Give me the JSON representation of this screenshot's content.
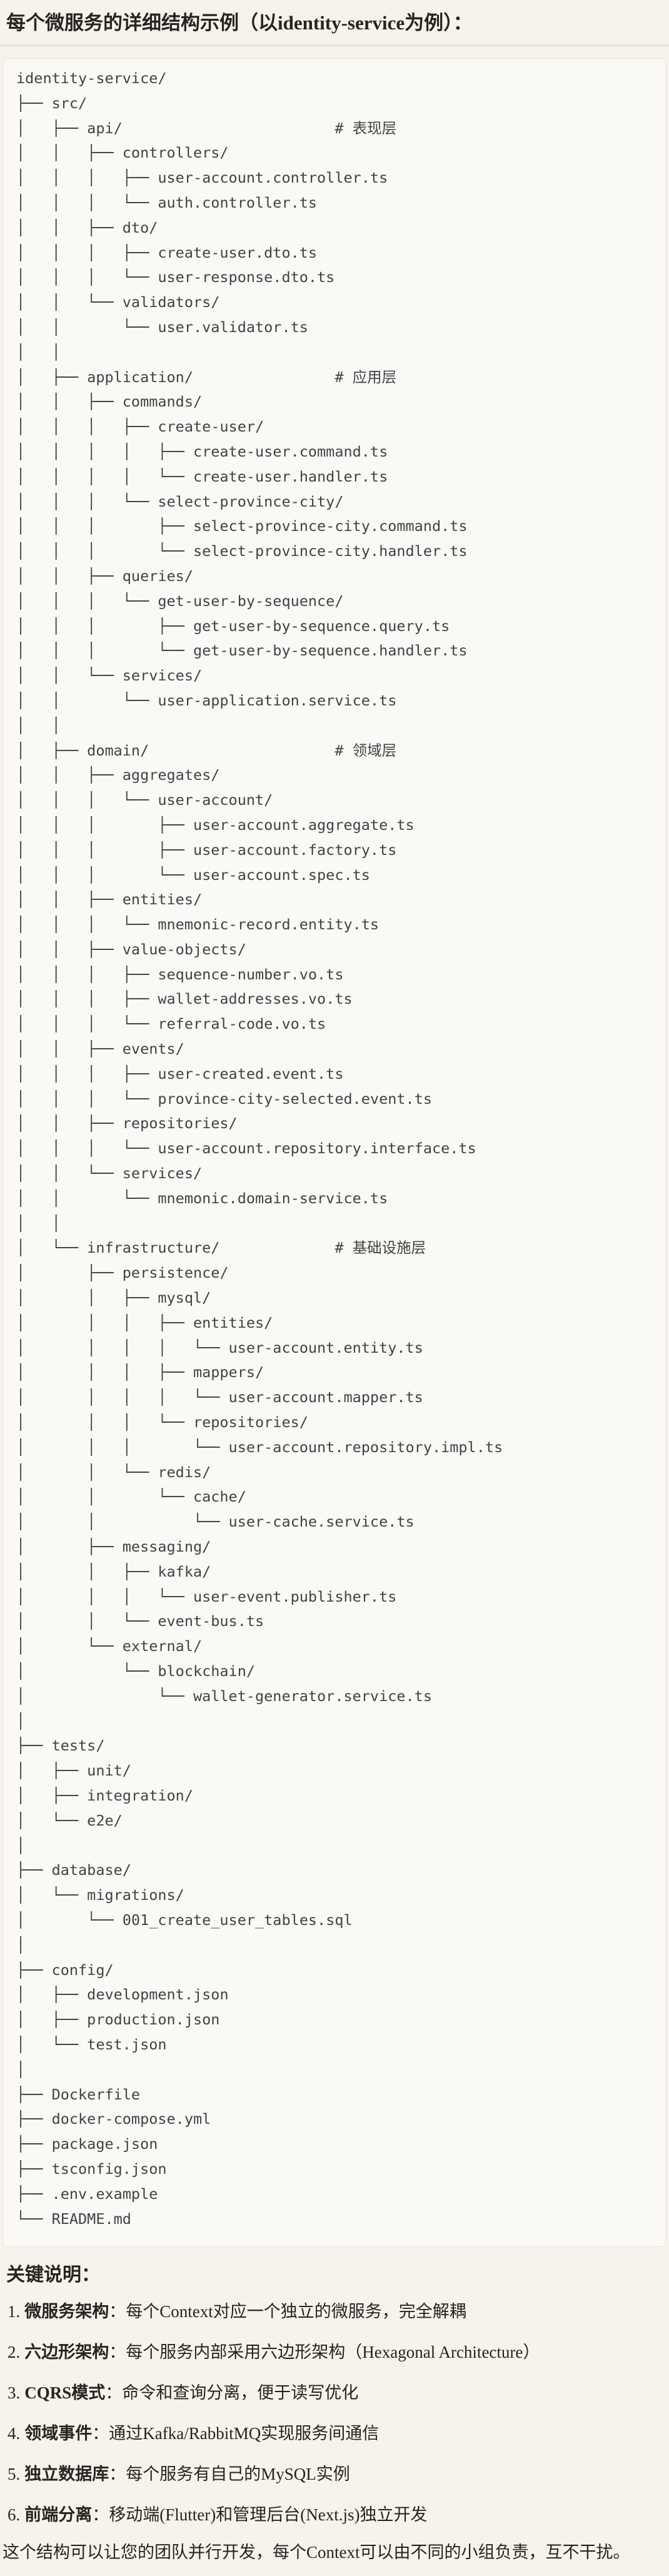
{
  "title": "每个微服务的详细结构示例（以identity-service为例）：",
  "code_block": {
    "lines": [
      "identity-service/",
      "├── src/",
      "│   ├── api/                        # 表现层",
      "│   │   ├── controllers/",
      "│   │   │   ├── user-account.controller.ts",
      "│   │   │   └── auth.controller.ts",
      "│   │   ├── dto/",
      "│   │   │   ├── create-user.dto.ts",
      "│   │   │   └── user-response.dto.ts",
      "│   │   └── validators/",
      "│   │       └── user.validator.ts",
      "│   │",
      "│   ├── application/                # 应用层",
      "│   │   ├── commands/",
      "│   │   │   ├── create-user/",
      "│   │   │   │   ├── create-user.command.ts",
      "│   │   │   │   └── create-user.handler.ts",
      "│   │   │   └── select-province-city/",
      "│   │   │       ├── select-province-city.command.ts",
      "│   │   │       └── select-province-city.handler.ts",
      "│   │   ├── queries/",
      "│   │   │   └── get-user-by-sequence/",
      "│   │   │       ├── get-user-by-sequence.query.ts",
      "│   │   │       └── get-user-by-sequence.handler.ts",
      "│   │   └── services/",
      "│   │       └── user-application.service.ts",
      "│   │",
      "│   ├── domain/                     # 领域层",
      "│   │   ├── aggregates/",
      "│   │   │   └── user-account/",
      "│   │   │       ├── user-account.aggregate.ts",
      "│   │   │       ├── user-account.factory.ts",
      "│   │   │       └── user-account.spec.ts",
      "│   │   ├── entities/",
      "│   │   │   └── mnemonic-record.entity.ts",
      "│   │   ├── value-objects/",
      "│   │   │   ├── sequence-number.vo.ts",
      "│   │   │   ├── wallet-addresses.vo.ts",
      "│   │   │   └── referral-code.vo.ts",
      "│   │   ├── events/",
      "│   │   │   ├── user-created.event.ts",
      "│   │   │   └── province-city-selected.event.ts",
      "│   │   ├── repositories/",
      "│   │   │   └── user-account.repository.interface.ts",
      "│   │   └── services/",
      "│   │       └── mnemonic.domain-service.ts",
      "│   │",
      "│   └── infrastructure/             # 基础设施层",
      "│       ├── persistence/",
      "│       │   ├── mysql/",
      "│       │   │   ├── entities/",
      "│       │   │   │   └── user-account.entity.ts",
      "│       │   │   ├── mappers/",
      "│       │   │   │   └── user-account.mapper.ts",
      "│       │   │   └── repositories/",
      "│       │   │       └── user-account.repository.impl.ts",
      "│       │   └── redis/",
      "│       │       └── cache/",
      "│       │           └── user-cache.service.ts",
      "│       ├── messaging/",
      "│       │   ├── kafka/",
      "│       │   │   └── user-event.publisher.ts",
      "│       │   └── event-bus.ts",
      "│       └── external/",
      "│           └── blockchain/",
      "│               └── wallet-generator.service.ts",
      "│",
      "├── tests/",
      "│   ├── unit/",
      "│   ├── integration/",
      "│   └── e2e/",
      "│",
      "├── database/",
      "│   └── migrations/",
      "│       └── 001_create_user_tables.sql",
      "│",
      "├── config/",
      "│   ├── development.json",
      "│   ├── production.json",
      "│   └── test.json",
      "│",
      "├── Dockerfile",
      "├── docker-compose.yml",
      "├── package.json",
      "├── tsconfig.json",
      "├── .env.example",
      "└── README.md"
    ]
  },
  "notes": {
    "heading": "关键说明：",
    "colon": "：",
    "items": [
      {
        "num": "1.",
        "term": "微服务架构",
        "desc": "每个Context对应一个独立的微服务，完全解耦"
      },
      {
        "num": "2.",
        "term": "六边形架构",
        "desc": "每个服务内部采用六边形架构（Hexagonal Architecture）"
      },
      {
        "num": "3.",
        "term": "CQRS模式",
        "desc": "命令和查询分离，便于读写优化"
      },
      {
        "num": "4.",
        "term": "领域事件",
        "desc": "通过Kafka/RabbitMQ实现服务间通信"
      },
      {
        "num": "5.",
        "term": "独立数据库",
        "desc": "每个服务有自己的MySQL实例"
      },
      {
        "num": "6.",
        "term": "前端分离",
        "desc": "移动端(Flutter)和管理后台(Next.js)独立开发"
      }
    ],
    "footer": "这个结构可以让您的团队并行开发，每个Context可以由不同的小组负责，互不干扰。"
  },
  "colors": {
    "page-bg": "#F5F3EC",
    "code-bg": "#FAF9F5",
    "code-border": "#E4E2D8",
    "tree-text": "#3F4347",
    "text": "#26241F",
    "divider": "#DFDDD3"
  }
}
